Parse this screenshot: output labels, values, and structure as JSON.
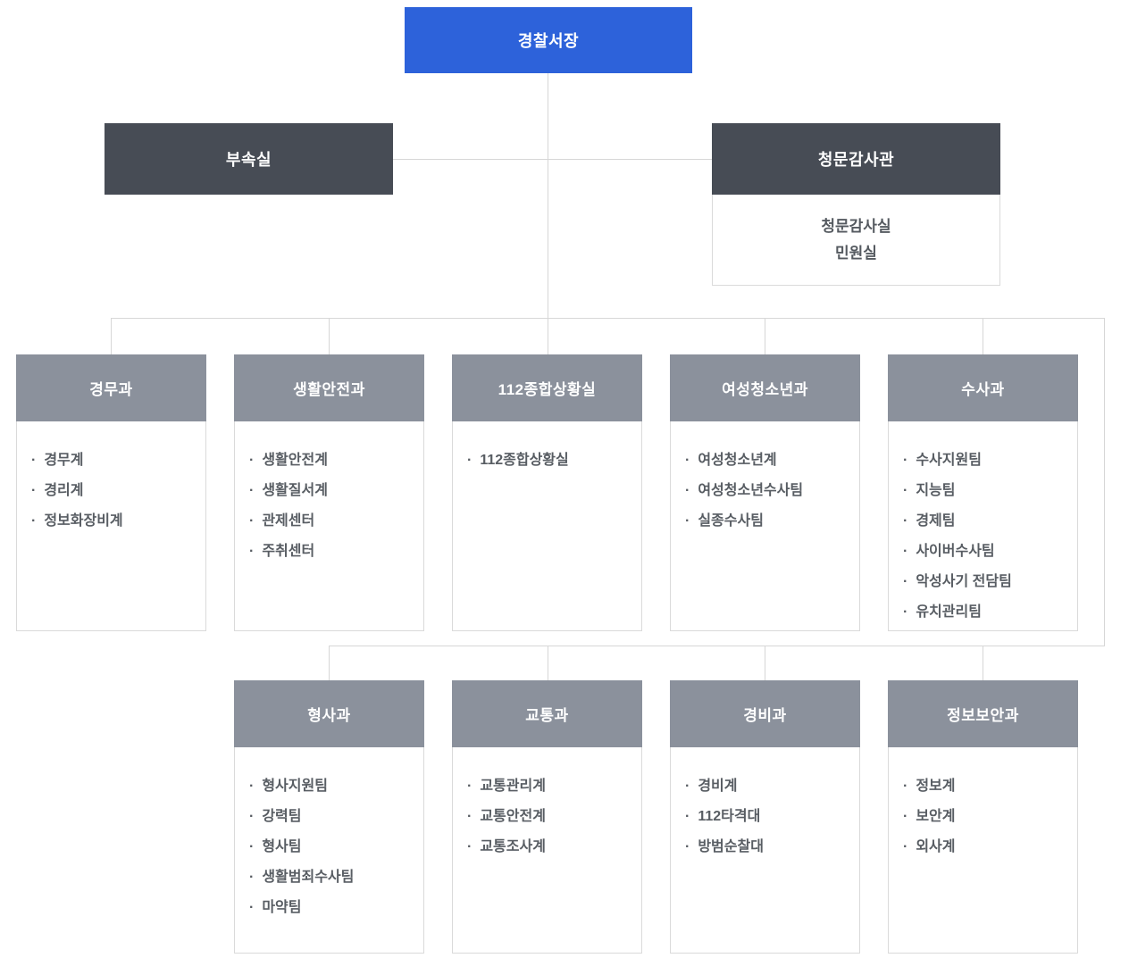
{
  "org": {
    "root": {
      "label": "경찰서장"
    },
    "annex": {
      "label": "부속실"
    },
    "audit": {
      "label": "청문감사관",
      "items": [
        "청문감사실",
        "민원실"
      ]
    },
    "row1": [
      {
        "label": "경무과",
        "items": [
          "경무계",
          "경리계",
          "정보화장비계"
        ]
      },
      {
        "label": "생활안전과",
        "items": [
          "생활안전계",
          "생활질서계",
          "관제센터",
          "주취센터"
        ]
      },
      {
        "label": "112종합상황실",
        "items": [
          "112종합상황실"
        ]
      },
      {
        "label": "여성청소년과",
        "items": [
          "여성청소년계",
          "여성청소년수사팀",
          "실종수사팀"
        ]
      },
      {
        "label": "수사과",
        "items": [
          "수사지원팀",
          "지능팀",
          "경제팀",
          "사이버수사팀",
          "악성사기 전담팀",
          "유치관리팀"
        ]
      }
    ],
    "row2": [
      {
        "label": "형사과",
        "items": [
          "형사지원팀",
          "강력팀",
          "형사팀",
          "생활범죄수사팀",
          "마약팀"
        ]
      },
      {
        "label": "교통과",
        "items": [
          "교통관리계",
          "교통안전계",
          "교통조사계"
        ]
      },
      {
        "label": "경비과",
        "items": [
          "경비계",
          "112타격대",
          "방범순찰대"
        ]
      },
      {
        "label": "정보보안과",
        "items": [
          "정보계",
          "보안계",
          "외사계"
        ]
      }
    ],
    "colors": {
      "root_bg": "#2d62da",
      "staff_bg": "#474c55",
      "dept_header_bg": "#8b919c",
      "border": "#dadada",
      "connector": "#d7d7d7",
      "list_text": "#585d63"
    }
  }
}
